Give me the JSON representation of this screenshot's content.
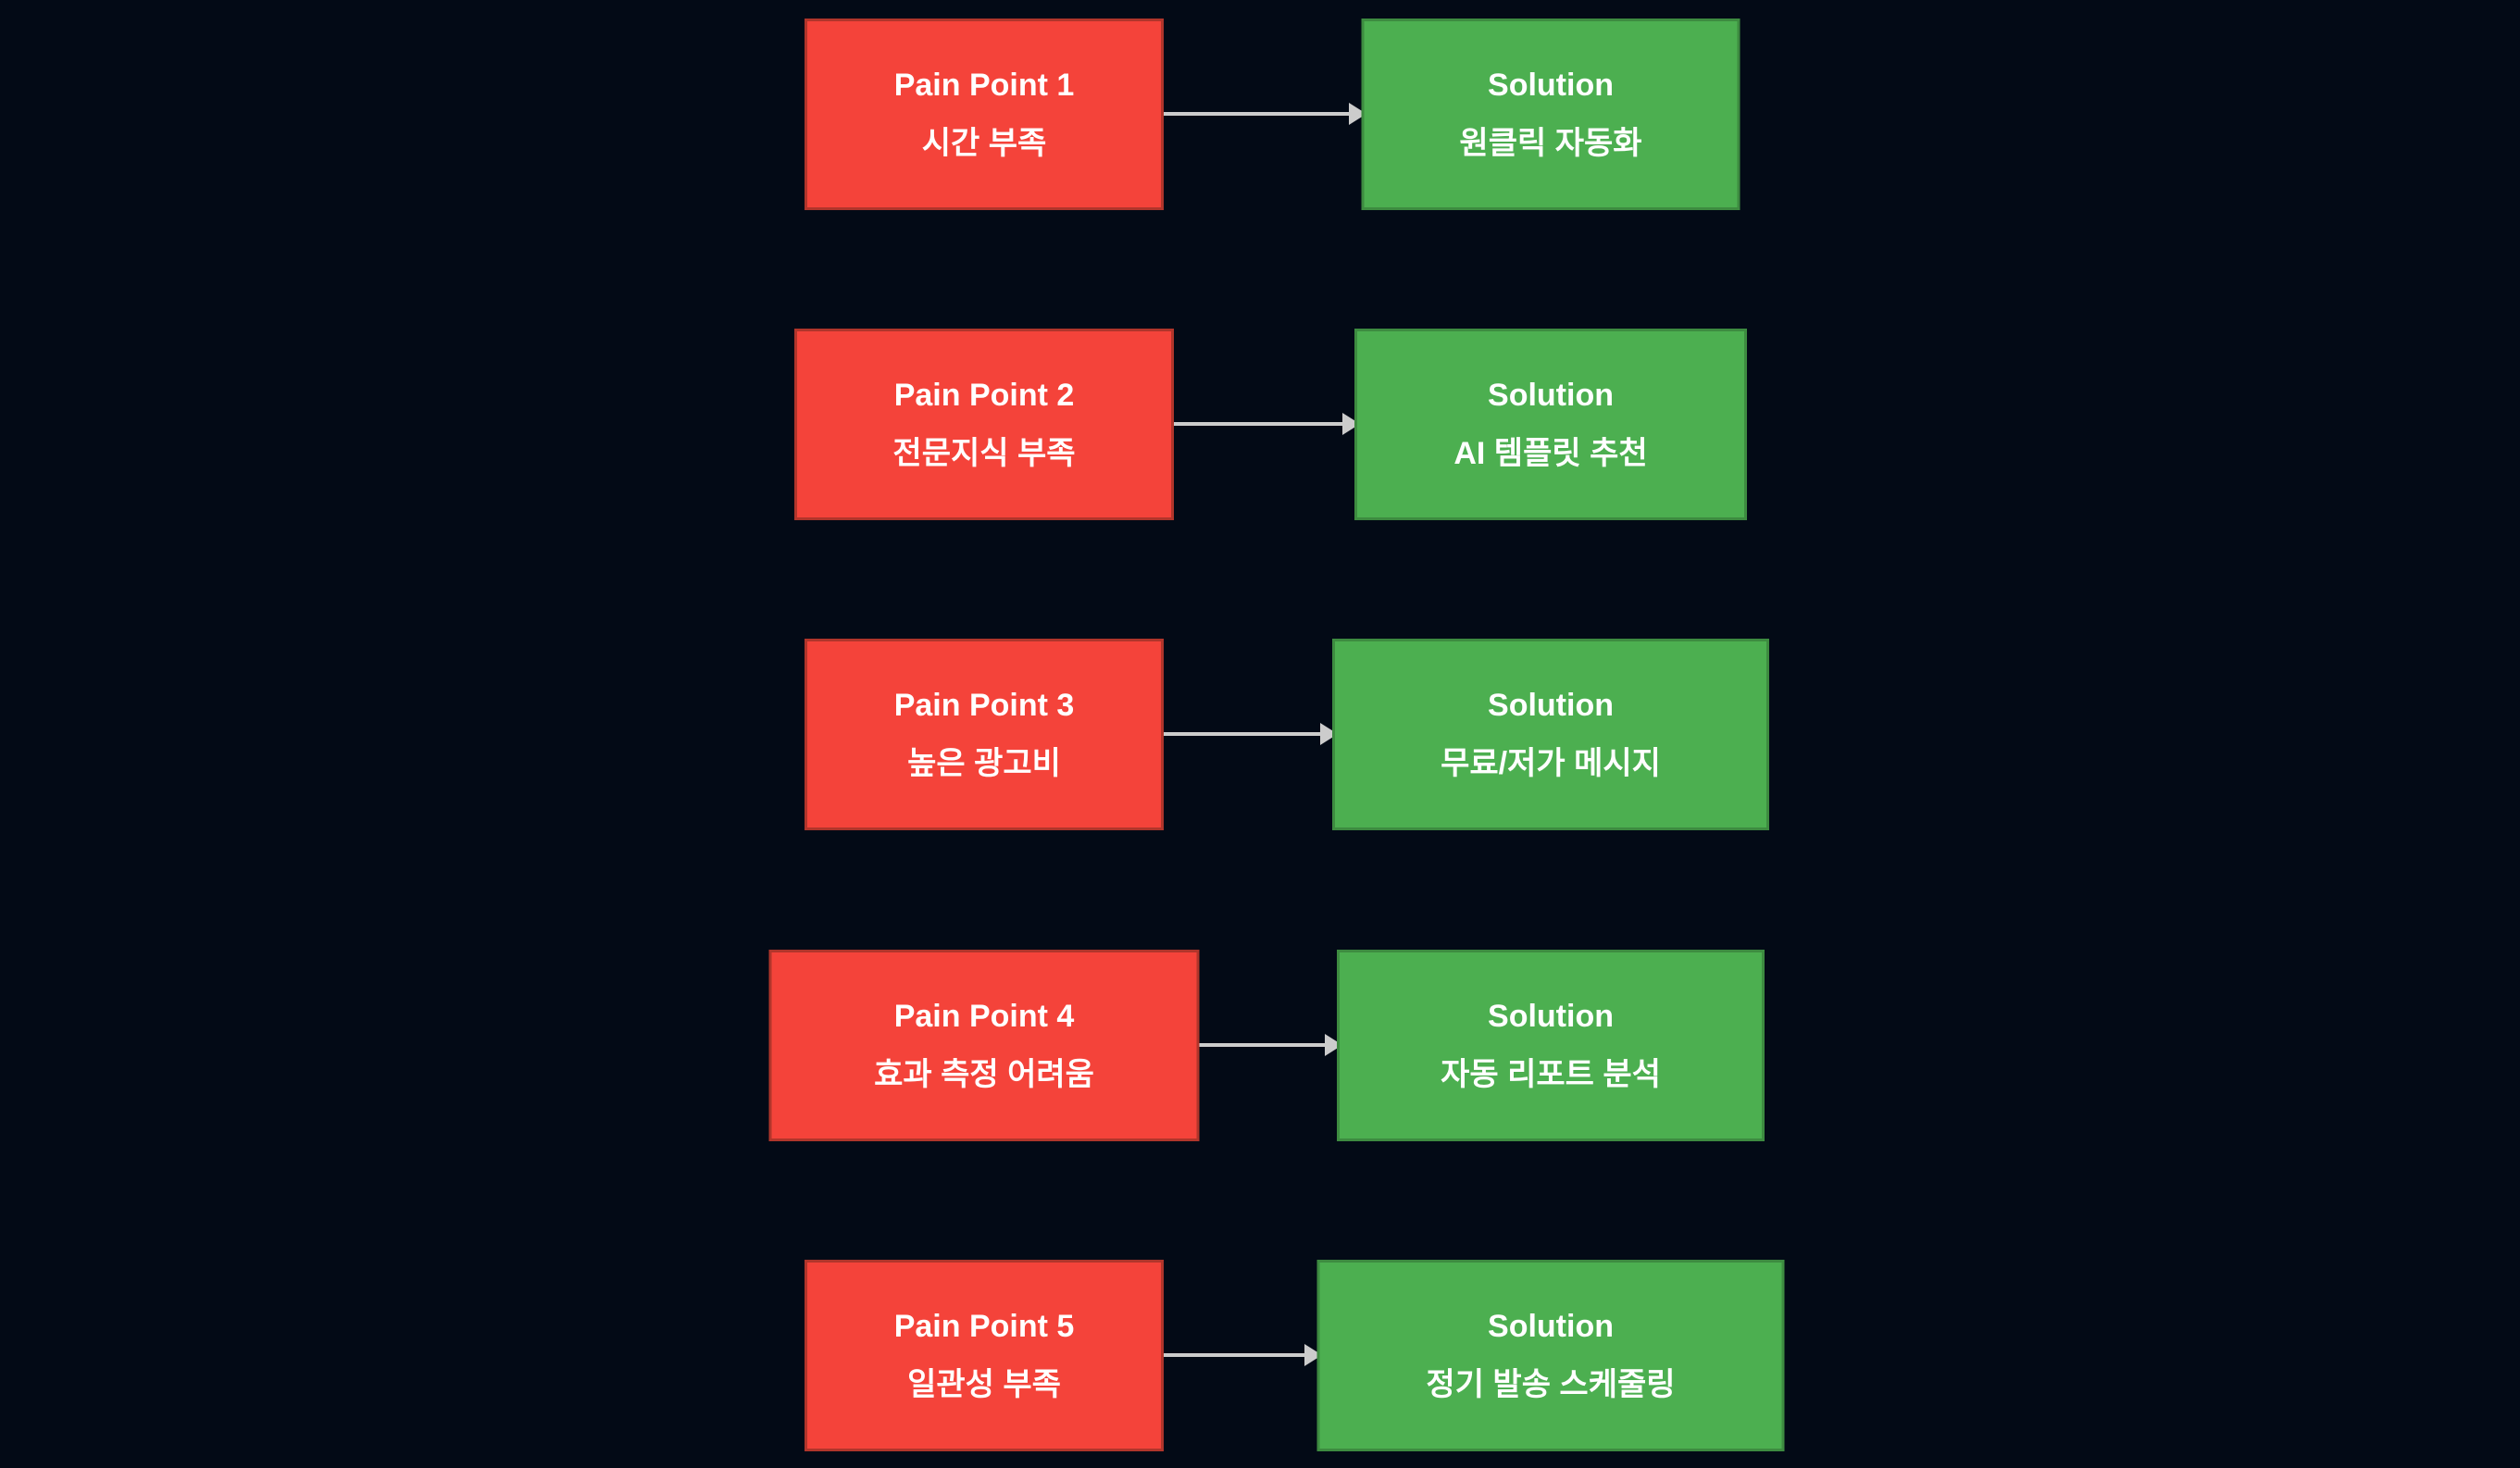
{
  "theme": {
    "background": "#030a16",
    "pain-fill": "#f4433a",
    "pain-border": "#b0352b",
    "solution-fill": "#4caf50",
    "solution-border": "#3d8b40",
    "arrow": "#cccccc",
    "text": "#ffffff"
  },
  "diagram": {
    "rows": [
      {
        "pain_title": "Pain Point 1",
        "pain_label": "시간 부족",
        "solution_title": "Solution",
        "solution_label": "원클릭 자동화"
      },
      {
        "pain_title": "Pain Point 2",
        "pain_label": "전문지식 부족",
        "solution_title": "Solution",
        "solution_label": "AI 템플릿 추천"
      },
      {
        "pain_title": "Pain Point 3",
        "pain_label": "높은 광고비",
        "solution_title": "Solution",
        "solution_label": "무료/저가 메시지"
      },
      {
        "pain_title": "Pain Point 4",
        "pain_label": "효과 측정 어려움",
        "solution_title": "Solution",
        "solution_label": "자동 리포트 분석"
      },
      {
        "pain_title": "Pain Point 5",
        "pain_label": "일관성 부족",
        "solution_title": "Solution",
        "solution_label": "정기 발송 스케줄링"
      }
    ]
  }
}
